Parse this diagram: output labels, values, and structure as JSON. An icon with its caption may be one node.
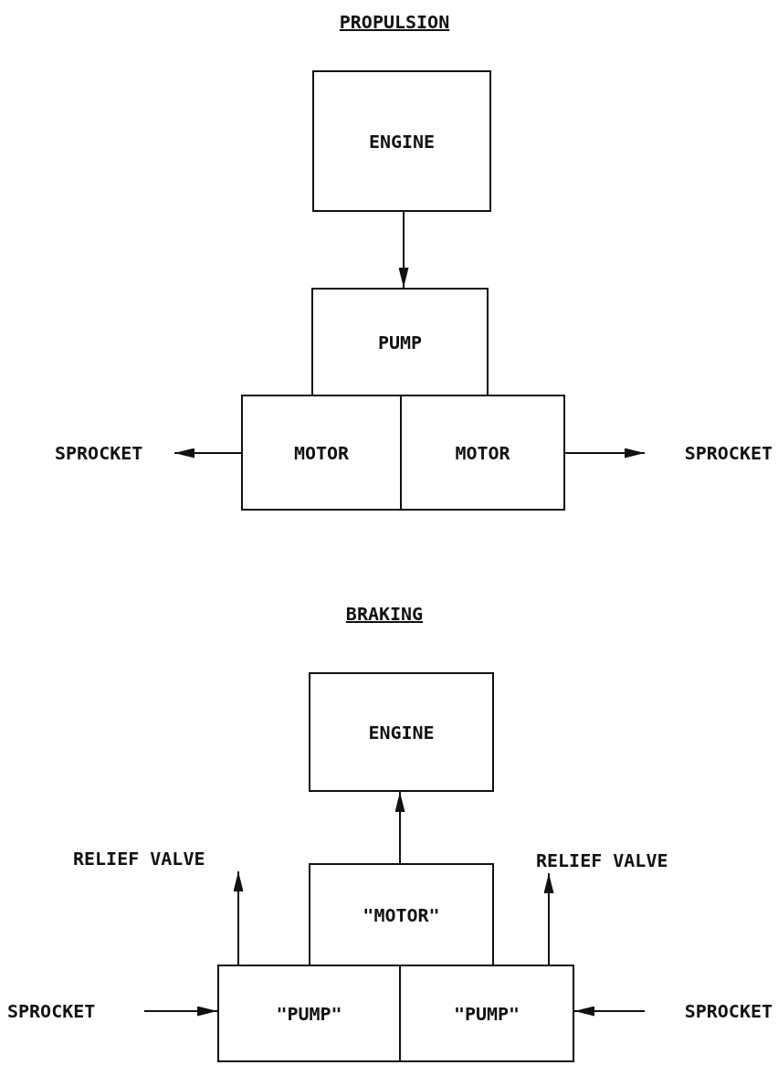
{
  "diagram": {
    "nodes": [
      {
        "text": [
          "ENGINE"
        ]
      },
      {
        "text": [
          "PUMP"
        ]
      },
      {
        "text": [
          "MOTOR"
        ]
      },
      {
        "text": [
          "MOTOR"
        ]
      },
      {
        "text": [
          "SPROCKET"
        ]
      },
      {
        "text": [
          "SPROCKET"
        ]
      },
      {
        "text": [
          "ENGINE"
        ]
      },
      {
        "text": [
          "\"MOTOR\""
        ]
      },
      {
        "text": [
          "\"PUMP\""
        ]
      },
      {
        "text": [
          "\"PUMP\""
        ]
      },
      {
        "text": [
          "RELIEF VALVE"
        ]
      },
      {
        "text": [
          "RELIEF VALVE"
        ]
      },
      {
        "text": [
          "SPROCKET"
        ]
      },
      {
        "text": [
          "SPROCKET"
        ]
      }
    ],
    "edges": [
      {
        "from": 0,
        "to": 1,
        "arrow": "to"
      },
      {
        "from": 2,
        "to": 4,
        "arrow": "to"
      },
      {
        "from": 3,
        "to": 5,
        "arrow": "to"
      },
      {
        "from": 7,
        "to": 6,
        "arrow": "to"
      },
      {
        "from": 8,
        "to": 10,
        "arrow": "to"
      },
      {
        "from": 9,
        "to": 11,
        "arrow": "to"
      },
      {
        "from": 12,
        "to": 8,
        "arrow": "to"
      },
      {
        "from": 13,
        "to": 9,
        "arrow": "to"
      }
    ],
    "labels": [
      "PROPULSION",
      "BRAKING"
    ]
  }
}
